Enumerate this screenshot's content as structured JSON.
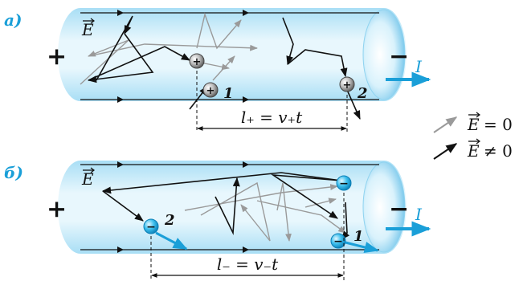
{
  "panels": [
    {
      "label": "а)",
      "field_symbol": "E",
      "plus": "+",
      "minus": "−",
      "current": "I",
      "particle_sign": "+",
      "marker_1": "1",
      "marker_2": "2",
      "distance_formula": "l₊ = v₊t"
    },
    {
      "label": "б)",
      "field_symbol": "E",
      "plus": "+",
      "minus": "−",
      "current": "I",
      "particle_sign": "−",
      "marker_1": "1",
      "marker_2": "2",
      "distance_formula": "l₋ = v₋t"
    }
  ],
  "legend": [
    {
      "field": "E",
      "relation": "= 0",
      "color": "#9a9a9a"
    },
    {
      "field": "E",
      "relation": "≠ 0",
      "color": "#111111"
    }
  ],
  "colors": {
    "tube_light": "#e6f6fd",
    "tube_mid": "#b9e6f8",
    "tube_edge": "#86d0ef",
    "label_blue": "#1a9fd8",
    "gray_arrow": "#9a9a9a",
    "black_arrow": "#111111",
    "electron": "#2bb2e6"
  }
}
